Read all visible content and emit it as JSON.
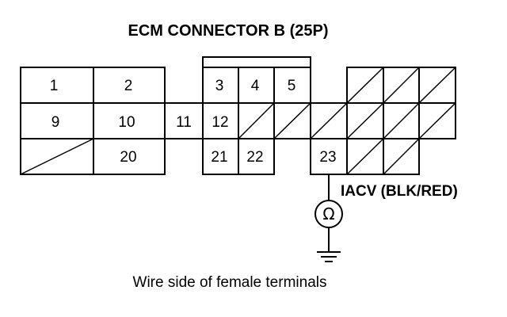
{
  "title": "ECM CONNECTOR B (25P)",
  "terminals": [
    "1",
    "2",
    "3",
    "4",
    "5",
    "9",
    "10",
    "11",
    "12",
    "20",
    "21",
    "22",
    "23"
  ],
  "sensor_label": "IACV (BLK/RED)",
  "meter_symbol": "Ω",
  "caption": "Wire side of female terminals"
}
